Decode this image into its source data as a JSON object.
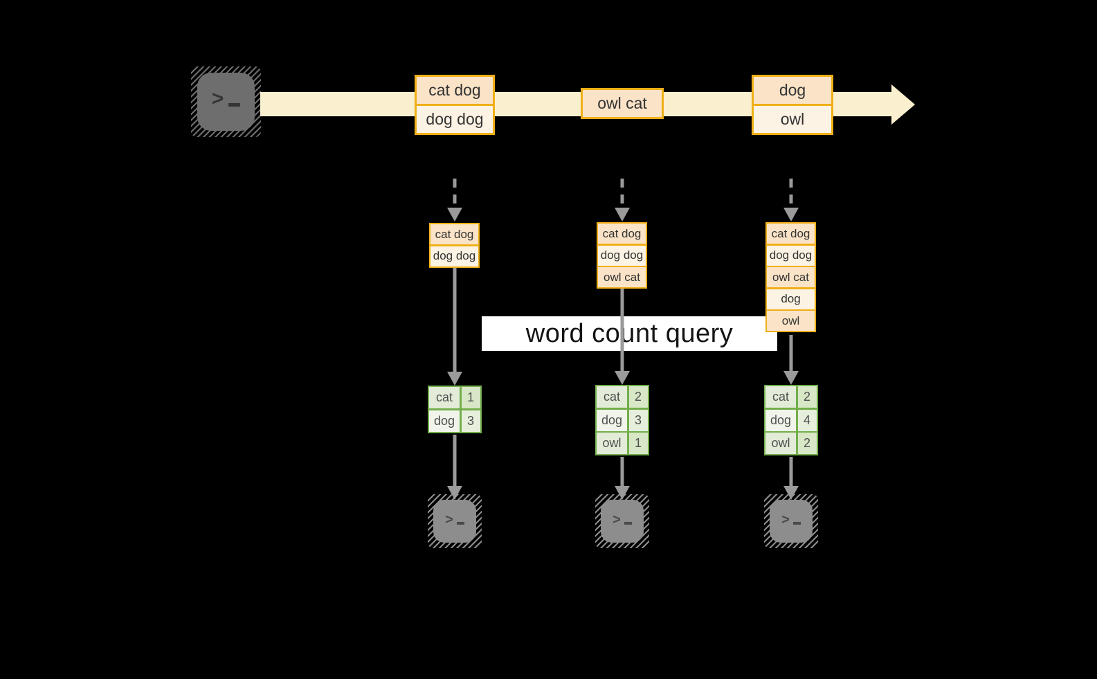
{
  "band_label": "word count query",
  "icons": {
    "terminal": "terminal-prompt-icon",
    "prompt_char": ">"
  },
  "timeline": {
    "batches": [
      {
        "rows": [
          "cat dog",
          "dog dog"
        ]
      },
      {
        "rows": [
          "owl cat"
        ]
      },
      {
        "rows": [
          "dog",
          "owl"
        ]
      }
    ]
  },
  "columns": [
    {
      "stream": [
        "cat dog",
        "dog dog"
      ],
      "counts": [
        {
          "word": "cat",
          "n": "1"
        },
        {
          "word": "dog",
          "n": "3"
        }
      ]
    },
    {
      "stream": [
        "cat dog",
        "dog dog",
        "owl cat"
      ],
      "counts": [
        {
          "word": "cat",
          "n": "2"
        },
        {
          "word": "dog",
          "n": "3"
        },
        {
          "word": "owl",
          "n": "1"
        }
      ]
    },
    {
      "stream": [
        "cat dog",
        "dog dog",
        "owl cat",
        "dog",
        "owl"
      ],
      "counts": [
        {
          "word": "cat",
          "n": "2"
        },
        {
          "word": "dog",
          "n": "4"
        },
        {
          "word": "owl",
          "n": "2"
        }
      ]
    }
  ],
  "colors": {
    "background": "#000000",
    "stream_band": "#FAF0D0",
    "event_border": "#EFAF16",
    "event_fill_dark": "#FAE3C7",
    "event_fill_light": "#FDF3E4",
    "table_border": "#72AE4B",
    "arrow_gray": "#9A9A9A",
    "query_band": "#FFFFFF"
  }
}
